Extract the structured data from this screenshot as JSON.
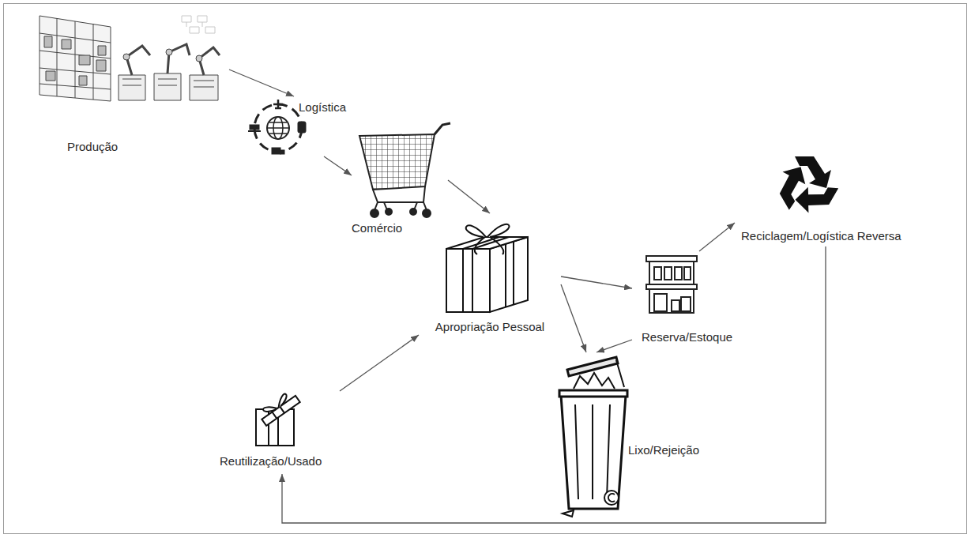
{
  "diagram": {
    "nodes": [
      {
        "text": [
          "Produção"
        ]
      },
      {
        "text": [
          "Logística"
        ]
      },
      {
        "text": [
          "Comércio"
        ]
      },
      {
        "text": [
          "Apropriação Pessoal"
        ]
      },
      {
        "text": [
          "Reserva/Estoque"
        ]
      },
      {
        "text": [
          "Reciclagem/Logística Reversa"
        ]
      },
      {
        "text": [
          "Reutilização/Usado"
        ]
      },
      {
        "text": [
          "Lixo/Rejeição"
        ]
      }
    ],
    "edges": [
      {
        "from": 0,
        "to": 1,
        "arrow": "to"
      },
      {
        "from": 1,
        "to": 2,
        "arrow": "to"
      },
      {
        "from": 2,
        "to": 3,
        "arrow": "to"
      },
      {
        "from": 3,
        "to": 4,
        "arrow": "to"
      },
      {
        "from": 3,
        "to": 7,
        "arrow": "to"
      },
      {
        "from": 4,
        "to": 7,
        "arrow": "to"
      },
      {
        "from": 4,
        "to": 5,
        "arrow": "to"
      },
      {
        "from": 5,
        "to": 6,
        "arrow": "to"
      },
      {
        "from": 6,
        "to": 3,
        "arrow": "to"
      }
    ]
  }
}
